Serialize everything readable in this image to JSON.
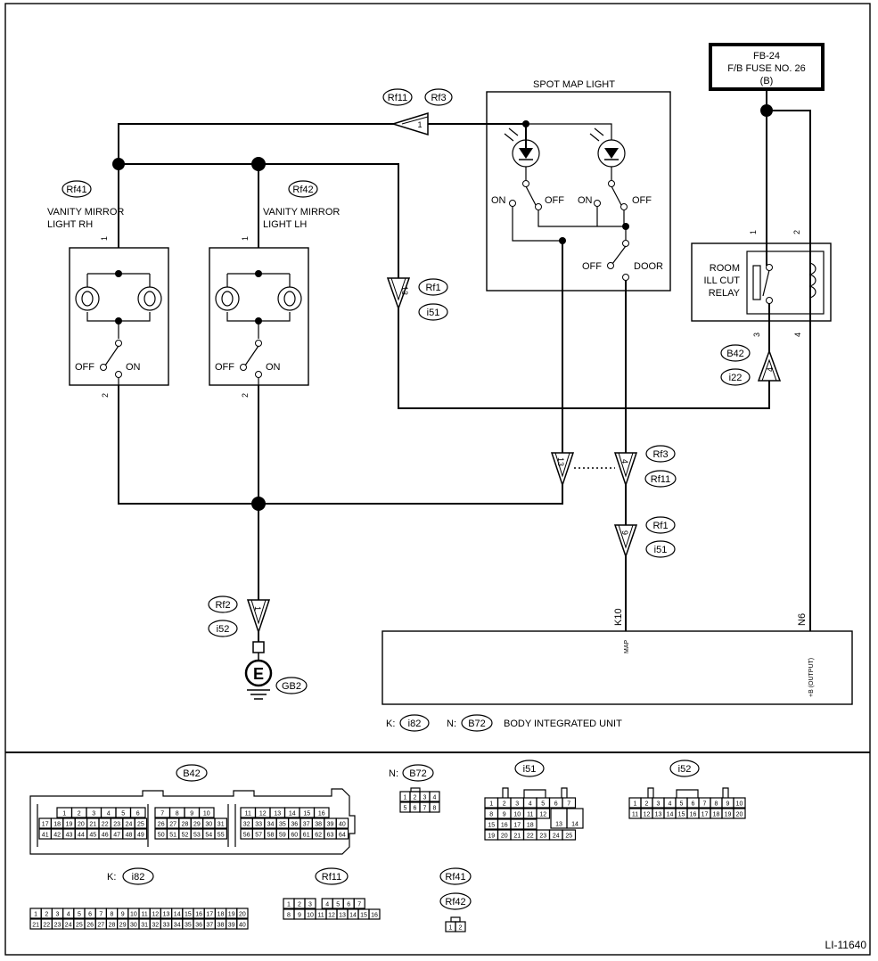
{
  "fuse": {
    "line1": "FB-24",
    "line2": "F/B FUSE NO. 26",
    "line3": "(B)"
  },
  "spot_map_light": {
    "title": "SPOT MAP LIGHT",
    "on1": "ON",
    "off1": "OFF",
    "on2": "ON",
    "off2": "OFF",
    "off3": "OFF",
    "door": "DOOR"
  },
  "vanity_rh": {
    "conn": "Rf41",
    "line1": "VANITY MIRROR",
    "line2": "LIGHT RH",
    "pin_top": "1",
    "pin_bottom": "2",
    "off": "OFF",
    "on": "ON"
  },
  "vanity_lh": {
    "conn": "Rf42",
    "line1": "VANITY MIRROR",
    "line2": "LIGHT LH",
    "pin_top": "1",
    "pin_bottom": "2",
    "off": "OFF",
    "on": "ON"
  },
  "relay": {
    "line1": "ROOM",
    "line2": "ILL CUT",
    "line3": "RELAY",
    "pin1": "1",
    "pin2": "2",
    "pin3": "3",
    "pin4": "4"
  },
  "connectors": {
    "top_left": "Rf11",
    "top_right": "Rf3",
    "top_pin": "1",
    "mid_a": "Rf1",
    "mid_b": "i51",
    "mid_pin": "13",
    "relay_a": "B42",
    "relay_b": "i22",
    "relay_pin": "4",
    "pair_pin_left": "13",
    "pair_pin_right": "4",
    "pair_a": "Rf3",
    "pair_b": "Rf11",
    "lower_a": "Rf1",
    "lower_b": "i51",
    "lower_pin": "9",
    "ground_a": "Rf2",
    "ground_b": "i52",
    "ground_pin": "1",
    "ground_label": "GB2",
    "ground_symbol": "E"
  },
  "body_unit": {
    "pin_k": "K10",
    "pin_n": "N6",
    "sig_map": "MAP",
    "sig_output": "+B (OUTPUT)",
    "legend_k": "K:",
    "legend_k_conn": "i82",
    "legend_n": "N:",
    "legend_n_conn": "B72",
    "name": "BODY INTEGRATED UNIT"
  },
  "connector_views": {
    "b42": {
      "label": "B42",
      "row1": [
        "1",
        "2",
        "3",
        "4",
        "5",
        "6",
        "",
        "7",
        "8",
        "9",
        "10",
        "",
        "11",
        "12",
        "13",
        "14",
        "15",
        "16"
      ],
      "row2": [
        "17",
        "18",
        "19",
        "20",
        "21",
        "22",
        "23",
        "24",
        "25",
        "26",
        "27",
        "28",
        "29",
        "30",
        "31",
        "32",
        "33",
        "34",
        "35",
        "36",
        "37",
        "38",
        "39",
        "40"
      ],
      "row3": [
        "41",
        "42",
        "43",
        "44",
        "45",
        "46",
        "47",
        "48",
        "49",
        "50",
        "51",
        "52",
        "53",
        "54",
        "55",
        "56",
        "57",
        "58",
        "59",
        "60",
        "61",
        "62",
        "63",
        "64"
      ]
    },
    "b72": {
      "prefix": "N:",
      "label": "B72",
      "row1": [
        "1",
        "2",
        "3",
        "4"
      ],
      "row2": [
        "5",
        "6",
        "7",
        "8"
      ]
    },
    "i51": {
      "label": "i51",
      "row1": [
        "1",
        "2",
        "3",
        "4",
        "5",
        "6",
        "7"
      ],
      "row2": [
        "8",
        "9",
        "10",
        "11",
        "12",
        "13",
        "14"
      ],
      "row3": [
        "15",
        "16",
        "17",
        "18"
      ],
      "row4": [
        "19",
        "20",
        "21",
        "22",
        "23",
        "24",
        "25"
      ]
    },
    "i52": {
      "label": "i52",
      "row1": [
        "1",
        "2",
        "3",
        "4",
        "5",
        "6",
        "7",
        "8",
        "9",
        "10"
      ],
      "row2": [
        "11",
        "12",
        "13",
        "14",
        "15",
        "16",
        "17",
        "18",
        "19",
        "20"
      ]
    },
    "i82": {
      "prefix": "K:",
      "label": "i82",
      "row1": [
        "1",
        "2",
        "3",
        "4",
        "5",
        "6",
        "7",
        "8",
        "9",
        "10",
        "11",
        "12",
        "13",
        "14",
        "15",
        "16",
        "17",
        "18",
        "19",
        "20"
      ],
      "row2": [
        "21",
        "22",
        "23",
        "24",
        "25",
        "26",
        "27",
        "28",
        "29",
        "30",
        "31",
        "32",
        "33",
        "34",
        "35",
        "36",
        "37",
        "38",
        "39",
        "40"
      ]
    },
    "rf11": {
      "label": "Rf11",
      "row1": [
        "1",
        "2",
        "3",
        "",
        "4",
        "5",
        "6",
        "7"
      ],
      "row2": [
        "8",
        "9",
        "10",
        "11",
        "12",
        "13",
        "14",
        "15",
        "16"
      ]
    },
    "rf41": {
      "label": "Rf41",
      "label2": "Rf42",
      "row1": [
        "1",
        "2"
      ]
    }
  },
  "diagram_id": "LI-11640"
}
